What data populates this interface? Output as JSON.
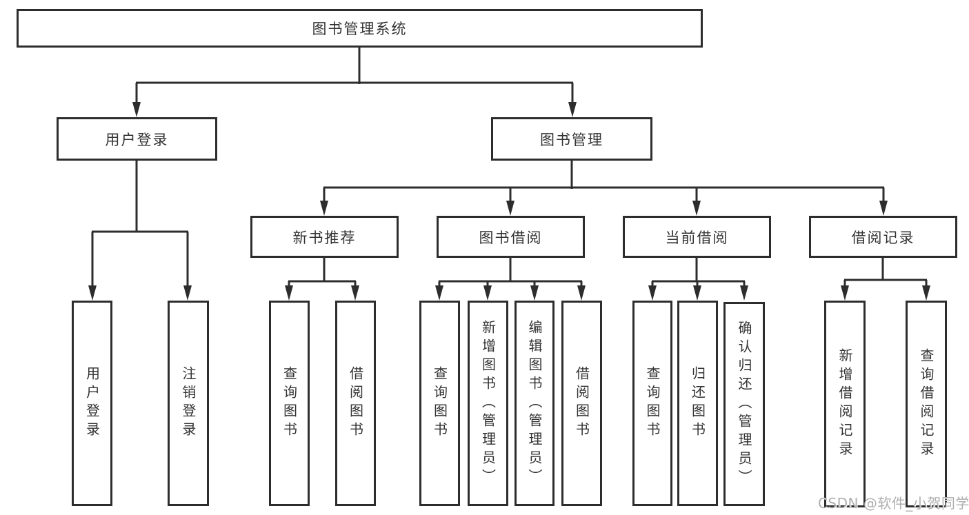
{
  "diagram": {
    "title": "图书管理系统",
    "branches": [
      {
        "label": "用户登录",
        "children": [
          {
            "label": "用户登录"
          },
          {
            "label": "注销登录"
          }
        ]
      },
      {
        "label": "图书管理",
        "children": [
          {
            "label": "新书推荐",
            "children": [
              {
                "label": "查询图书"
              },
              {
                "label": "借阅图书"
              }
            ]
          },
          {
            "label": "图书借阅",
            "children": [
              {
                "label": "查询图书"
              },
              {
                "label": "新增图书（管理员）"
              },
              {
                "label": "编辑图书（管理员）"
              },
              {
                "label": "借阅图书"
              }
            ]
          },
          {
            "label": "当前借阅",
            "children": [
              {
                "label": "查询图书"
              },
              {
                "label": "归还图书"
              },
              {
                "label": "确认归还（管理员）"
              }
            ]
          },
          {
            "label": "借阅记录",
            "children": [
              {
                "label": "新增借阅记录"
              },
              {
                "label": "查询借阅记录"
              }
            ]
          }
        ]
      }
    ]
  },
  "watermark": {
    "text": "CSDN @软件_小贺同学"
  },
  "colors": {
    "line": "#2d2d2d",
    "box_border": "#2d2d2d",
    "text": "#333333",
    "background": "#ffffff",
    "watermark": "#aeaeae"
  }
}
